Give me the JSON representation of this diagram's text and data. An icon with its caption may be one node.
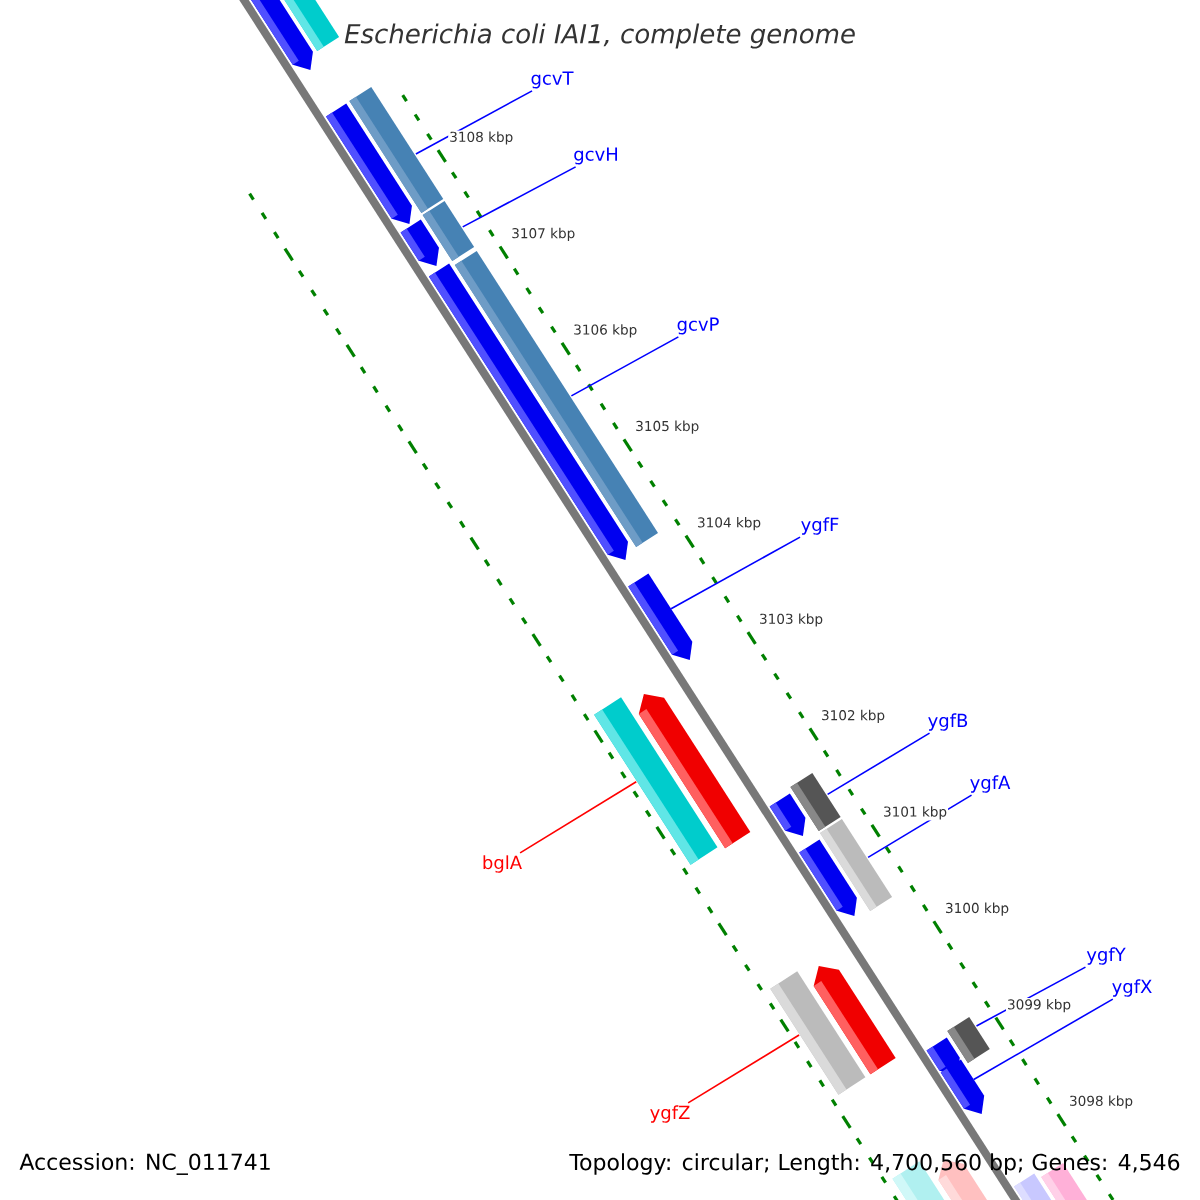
{
  "diagram": {
    "title": "Escherichia coli IAI1, complete genome",
    "nodes": [
      {
        "text": [
          "gcvT"
        ]
      },
      {
        "text": [
          "gcvH"
        ]
      },
      {
        "text": [
          "gcvP"
        ]
      },
      {
        "text": [
          "ygfF"
        ]
      },
      {
        "text": [
          "ygfB"
        ]
      },
      {
        "text": [
          "ygfA"
        ]
      },
      {
        "text": [
          "bglA"
        ]
      },
      {
        "text": [
          "ygfY"
        ]
      },
      {
        "text": [
          "ygfX"
        ]
      },
      {
        "text": [
          "ygfZ"
        ]
      },
      {
        "text": [],
        "shape": "bar"
      },
      {
        "text": [],
        "shape": "bar"
      },
      {
        "text": [],
        "shape": "bar"
      },
      {
        "text": [],
        "shape": "pentagon"
      },
      {
        "text": [],
        "shape": "bar"
      },
      {
        "text": [],
        "shape": "bar"
      },
      {
        "text": [],
        "shape": "bar"
      },
      {
        "text": [],
        "shape": "bar"
      },
      {
        "text": [],
        "shape": "bar"
      },
      {
        "text": [],
        "shape": "pentagon"
      }
    ],
    "edges": [
      {
        "from": 0,
        "to": 10,
        "arrow": "none"
      },
      {
        "from": 1,
        "to": 11,
        "arrow": "none"
      },
      {
        "from": 2,
        "to": 12,
        "arrow": "none"
      },
      {
        "from": 3,
        "to": 13,
        "arrow": "none"
      },
      {
        "from": 4,
        "to": 15,
        "arrow": "none"
      },
      {
        "from": 5,
        "to": 16,
        "arrow": "none"
      },
      {
        "from": 6,
        "to": 14,
        "arrow": "none",
        "color": "#ff0000"
      },
      {
        "from": 7,
        "to": 18,
        "arrow": "none"
      },
      {
        "from": 8,
        "to": 19,
        "arrow": "none"
      },
      {
        "from": 9,
        "to": 17,
        "arrow": "none",
        "color": "#ff0000"
      }
    ],
    "labels": [
      "3108 kbp",
      "3107 kbp",
      "3106 kbp",
      "3105 kbp",
      "3104 kbp",
      "3103 kbp",
      "3102 kbp",
      "3101 kbp",
      "3100 kbp",
      "3099 kbp",
      "3098 kbp",
      "Accession: NC_011741",
      "Topology: circular; Length: 4,700,560 bp; Genes: 4,546"
    ]
  }
}
